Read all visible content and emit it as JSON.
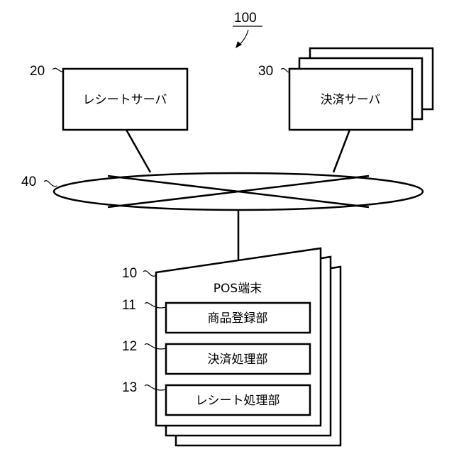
{
  "diagram": {
    "system_ref": "100",
    "receipt_server": {
      "ref": "20",
      "label": "レシートサーバ"
    },
    "payment_server": {
      "ref": "30",
      "label": "決済サーバ"
    },
    "network": {
      "ref": "40"
    },
    "pos_terminal": {
      "ref": "10",
      "label": "POS端末",
      "units": [
        {
          "ref": "11",
          "label": "商品登録部"
        },
        {
          "ref": "12",
          "label": "決済処理部"
        },
        {
          "ref": "13",
          "label": "レシート処理部"
        }
      ]
    }
  }
}
